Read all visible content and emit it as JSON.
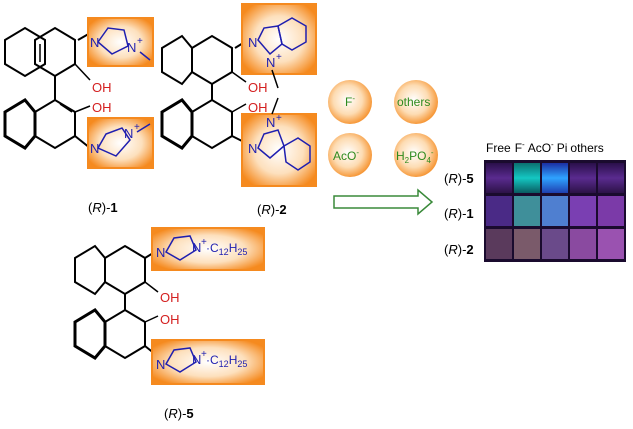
{
  "compounds": [
    {
      "prefix": "(",
      "italic": "R",
      "suffix": ")-",
      "num": "1"
    },
    {
      "prefix": "(",
      "italic": "R",
      "suffix": ")-",
      "num": "2"
    },
    {
      "prefix": "(",
      "italic": "R",
      "suffix": ")-",
      "num": "5"
    }
  ],
  "atoms": {
    "N": "N",
    "plus": "+",
    "OH": "OH",
    "C": "C",
    "sub12": "12",
    "H": "H",
    "sub25": "25",
    "dot": "·"
  },
  "anions": {
    "fluoride": {
      "text": "F",
      "sup": "-"
    },
    "others": "others",
    "acetate": {
      "text": "AcO",
      "sup": "-"
    },
    "phosphate": {
      "h": "H",
      "sub2": "2",
      "po": "PO",
      "sub4": "4",
      "sup": "-"
    }
  },
  "photo": {
    "header": {
      "free": "Free",
      "f": "F",
      "f_sup": "-",
      "aco": "AcO",
      "aco_sup": "-",
      "pi": "Pi",
      "others": "others"
    },
    "rows": [
      {
        "prefix": "(",
        "italic": "R",
        "suffix": ")-",
        "num": "5"
      },
      {
        "prefix": "(",
        "italic": "R",
        "suffix": ")-",
        "num": "1"
      },
      {
        "prefix": "(",
        "italic": "R",
        "suffix": ")-",
        "num": "2"
      }
    ]
  },
  "colors": {
    "orange": "#f58a1f",
    "structure_blue": "#1f1fb0",
    "oxygen_red": "#d42020",
    "anion_green": "#2e8b1e",
    "arrow_green": "#3a8a3a"
  }
}
